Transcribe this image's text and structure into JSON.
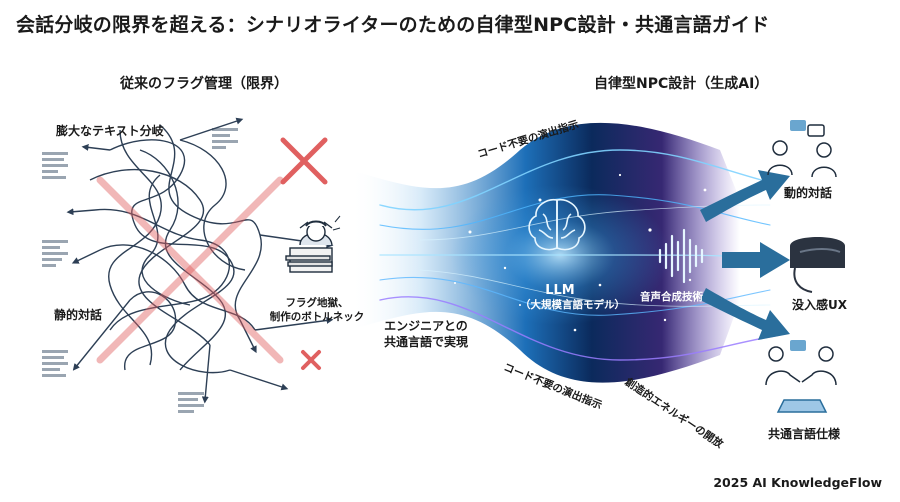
{
  "title": "会話分岐の限界を超える：シナリオライターのための自律型NPC設計・共通言語ガイド",
  "left": {
    "heading": "従来のフラグ管理（限界）",
    "top_label": "膨大なテキスト分岐",
    "mid_label": "静的対話",
    "bottleneck_line1": "フラグ地獄、",
    "bottleneck_line2": "制作のボトルネック"
  },
  "center": {
    "common_line1": "エンジニアとの",
    "common_line2": "共通言語で実現",
    "upper_arc": "コード不要の演出指示",
    "lower_arc": "コード不要の演出指示",
    "creative_arc": "創造的エネルギーの開放"
  },
  "right": {
    "heading": "自律型NPC設計（生成AI）",
    "llm_line1": "LLM",
    "llm_line2": "（大規模言語モデル）",
    "voice_label": "音声合成技術",
    "outputs": [
      {
        "label": "動的対話",
        "icon": "conversation-icon"
      },
      {
        "label": "没入感UX",
        "icon": "vr-headset-icon"
      },
      {
        "label": "共通言語仕様",
        "icon": "handshake-icon"
      }
    ]
  },
  "credit": "2025 AI KnowledgeFlow",
  "colors": {
    "cross": "#e06060",
    "stream": "#1e7fd0",
    "arrow": "#2a6e9c",
    "line": "#2d3f55"
  }
}
